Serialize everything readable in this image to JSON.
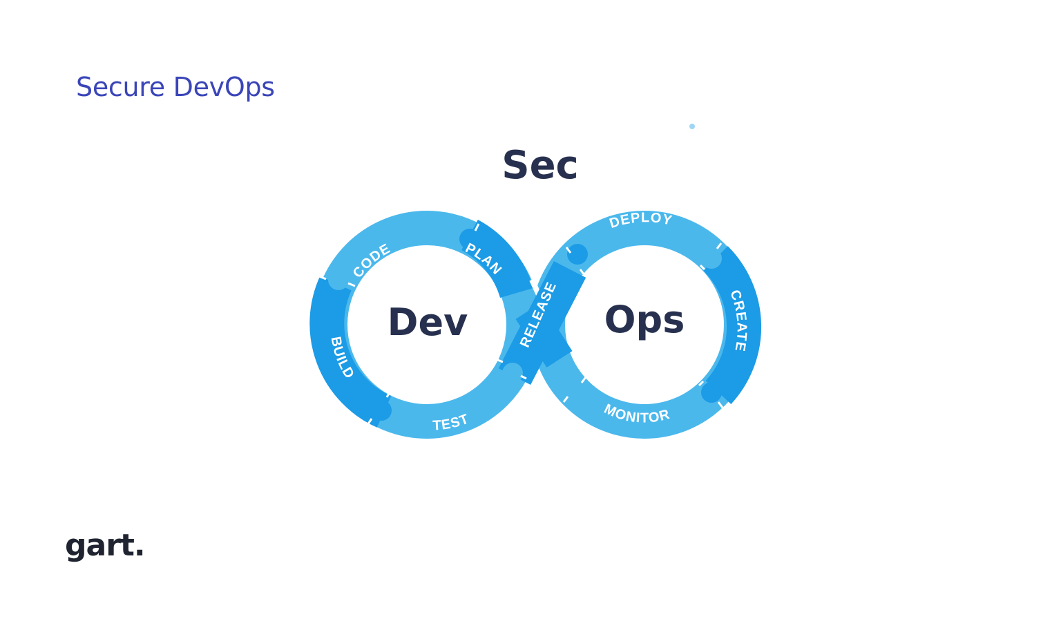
{
  "header": {
    "title": "Secure DevOps"
  },
  "diagram": {
    "top_label": "Sec",
    "left_center": "Dev",
    "right_center": "Ops",
    "stages": {
      "code": "CODE",
      "plan": "PLAN",
      "build": "BUILD",
      "test": "TEST",
      "release": "RELEASE",
      "deploy": "DEPLOY",
      "create": "CREATE",
      "monitor": "MONITOR"
    },
    "colors": {
      "light_blue": "#4bb8ec",
      "mid_blue": "#1c9be6",
      "text_dark": "#27314f",
      "segment_text": "#ffffff"
    }
  },
  "footer": {
    "logo": "gart."
  }
}
